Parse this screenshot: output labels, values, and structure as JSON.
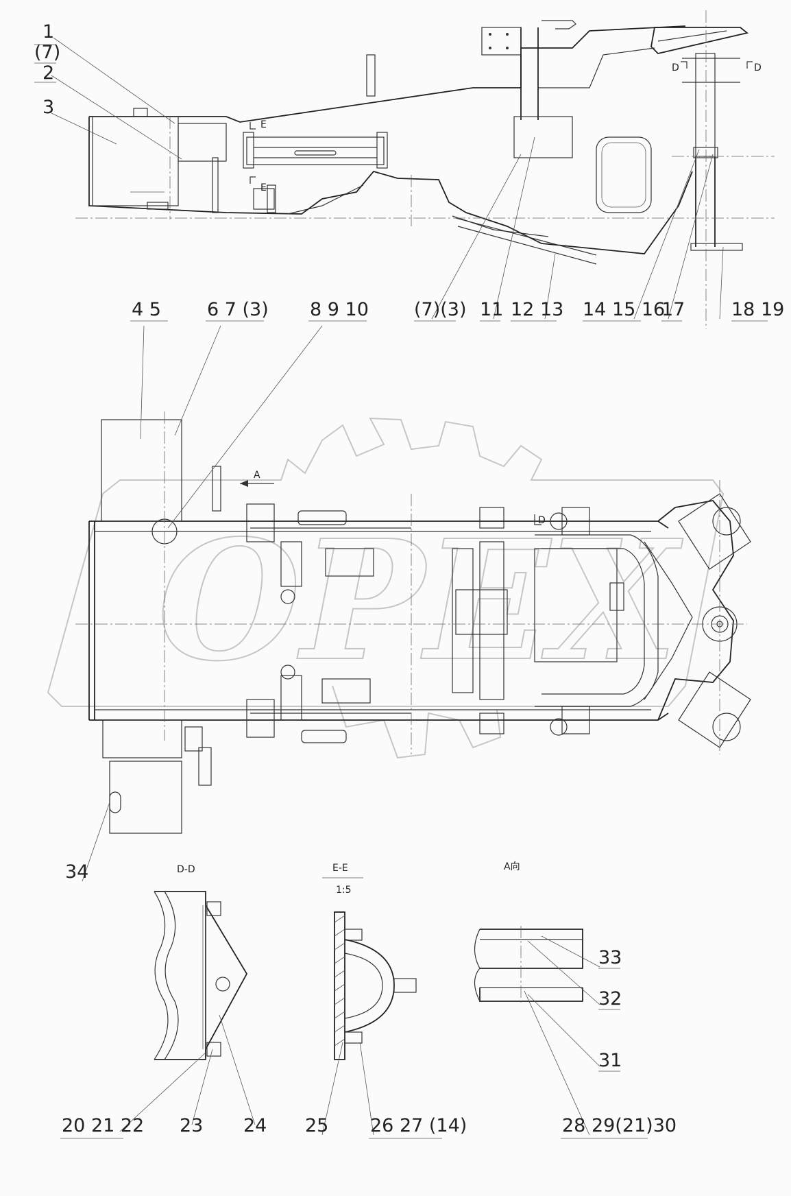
{
  "drawing": {
    "top_view_labels": {
      "left": [
        "1",
        "(7)",
        "2",
        "3"
      ],
      "bottom": [
        "(7)(3)",
        "11",
        "12 13",
        "14 15 16",
        "17",
        "18 19"
      ],
      "section_marks": {
        "d_left": "D",
        "d_right": "D",
        "e_top": "E",
        "e_bottom": "E"
      }
    },
    "plan_view_labels": {
      "top": [
        "4 5",
        "6 7 (3)",
        "8 9 10"
      ],
      "view_arrow": "A",
      "section_d": "D",
      "bottom": [
        "34"
      ]
    },
    "section_views": {
      "dd": {
        "title": "D-D",
        "labels": [
          "20 21 22",
          "23",
          "24"
        ]
      },
      "ee": {
        "title": "E-E",
        "scale": "1:5",
        "labels": [
          "25",
          "26 27 (14)"
        ]
      },
      "a_view": {
        "title": "A向",
        "labels": [
          "33",
          "32",
          "31",
          "28 29(21)30"
        ]
      }
    },
    "watermark": {
      "text": "OPEX",
      "color": "#9a9a9a"
    }
  }
}
